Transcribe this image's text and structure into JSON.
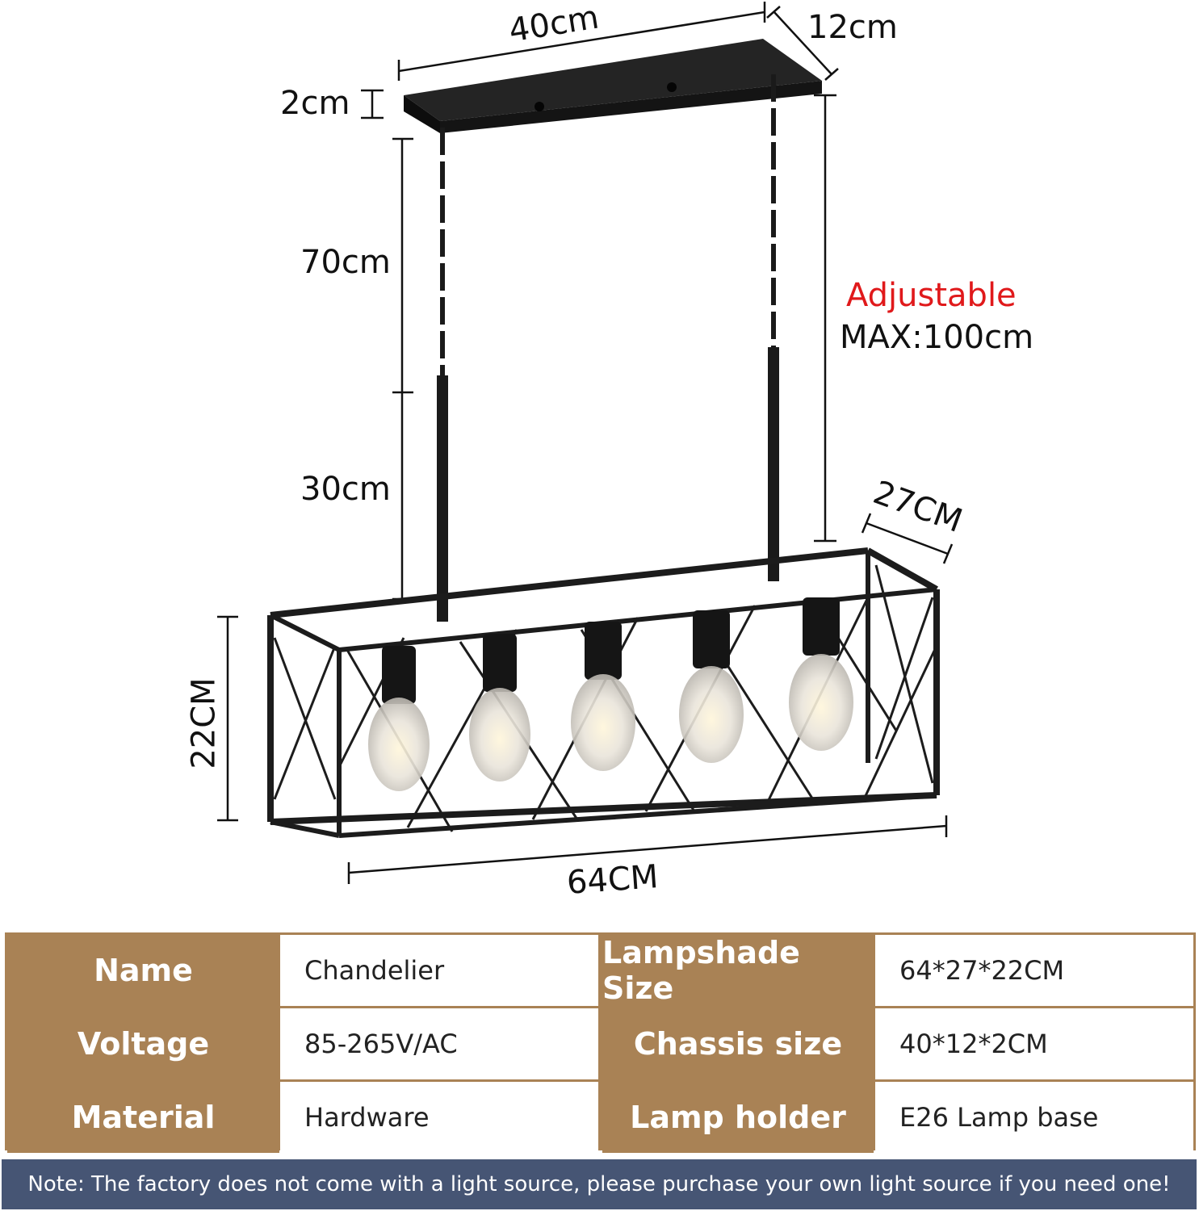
{
  "dimensions": {
    "canopy_length": "40cm",
    "canopy_width": "12cm",
    "canopy_height": "2cm",
    "chain_length": "70cm",
    "rod_length": "30cm",
    "adjustable_label": "Adjustable",
    "adjustable_max": "MAX:100cm",
    "shade_depth": "27CM",
    "shade_height": "22CM",
    "shade_length": "64CM"
  },
  "colors": {
    "accent_brown": "#a98255",
    "note_bar": "#465574",
    "adjustable_red": "#e0191b",
    "fixture_black": "#1c1c1c"
  },
  "specs": {
    "rows": [
      {
        "k1": "Name",
        "v1": "Chandelier",
        "k2": "Lampshade Size",
        "v2": "64*27*22CM"
      },
      {
        "k1": "Voltage",
        "v1": "85-265V/AC",
        "k2": "Chassis size",
        "v2": "40*12*2CM"
      },
      {
        "k1": "Material",
        "v1": "Hardware",
        "k2": "Lamp holder",
        "v2": "E26 Lamp base"
      }
    ]
  },
  "note": "Note: The factory does not come with a light source, please purchase your own light source if you need one!"
}
